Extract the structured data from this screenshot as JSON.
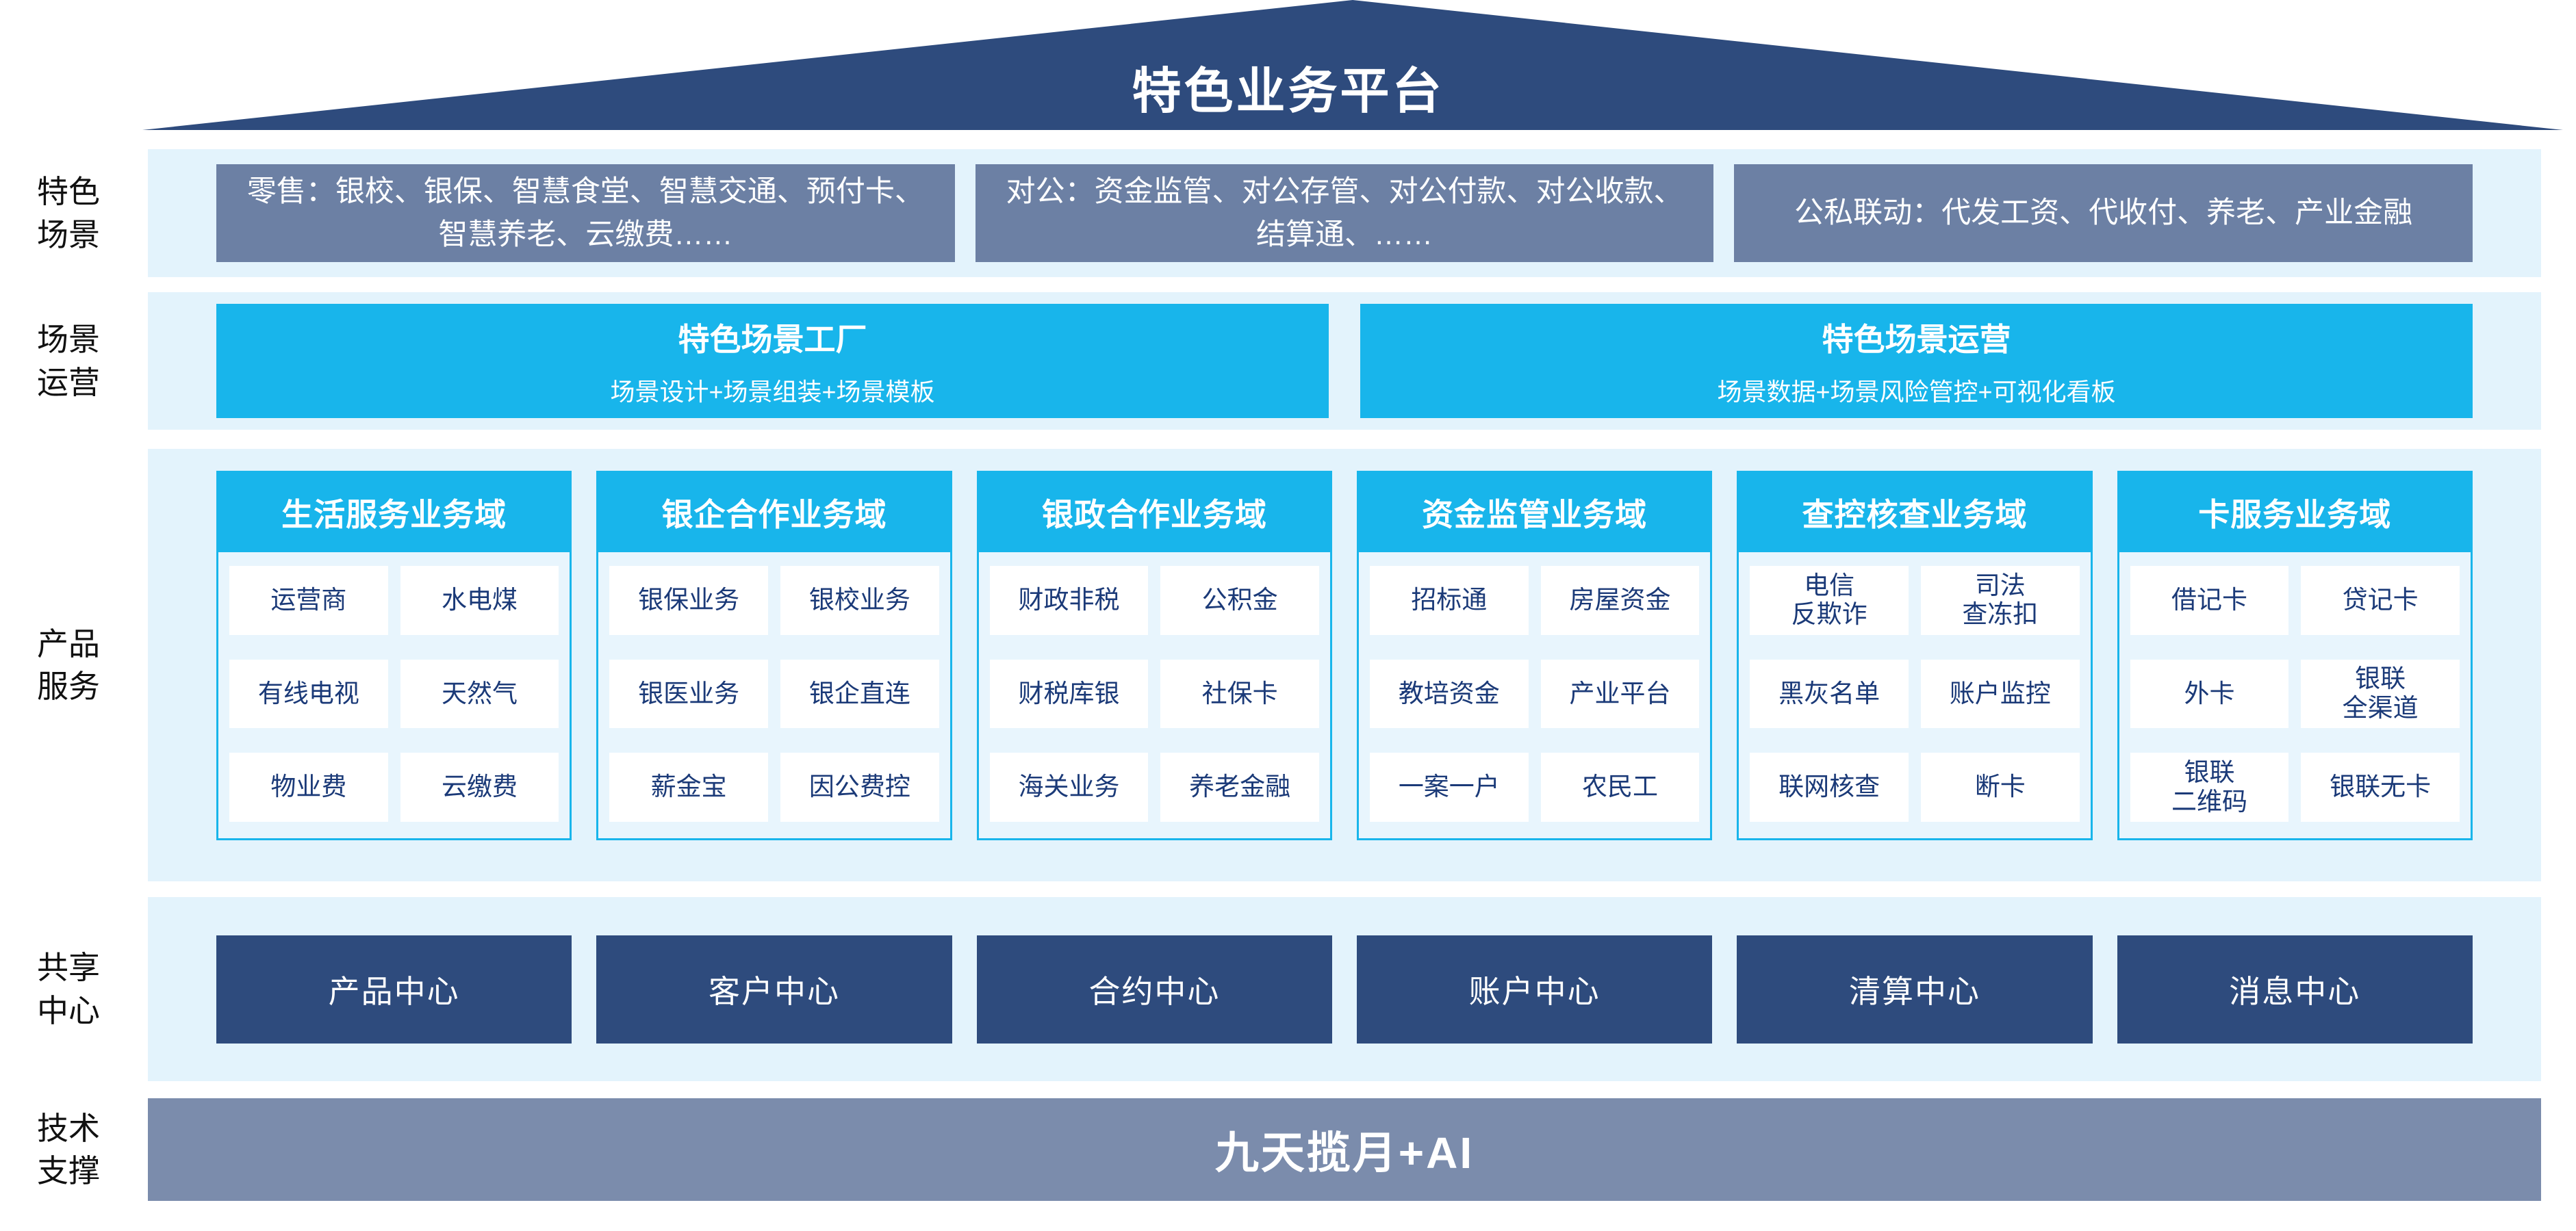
{
  "platform_title": "特色业务平台",
  "side_labels": [
    {
      "label": "特色\n场景"
    },
    {
      "label": "场景\n运营"
    },
    {
      "label": "产品\n服务"
    },
    {
      "label": "共享\n中心"
    },
    {
      "label": "技术\n支撑"
    }
  ],
  "scene_boxes": [
    {
      "text": "零售：银校、银保、智慧食堂、智慧交通、预付卡、智慧养老、云缴费……"
    },
    {
      "text": "对公：资金监管、对公存管、对公付款、对公收款、结算通、……"
    },
    {
      "text": "公私联动：代发工资、代收付、养老、产业金融"
    }
  ],
  "operations": [
    {
      "title": "特色场景工厂",
      "subtitle": "场景设计+场景组装+场景模板"
    },
    {
      "title": "特色场景运营",
      "subtitle": "场景数据+场景风险管控+可视化看板"
    }
  ],
  "domains": [
    {
      "title": "生活服务业务域",
      "cells": [
        [
          "运营商",
          "水电煤"
        ],
        [
          "有线电视",
          "天然气"
        ],
        [
          "物业费",
          "云缴费"
        ]
      ]
    },
    {
      "title": "银企合作业务域",
      "cells": [
        [
          "银保业务",
          "银校业务"
        ],
        [
          "银医业务",
          "银企直连"
        ],
        [
          "薪金宝",
          "因公费控"
        ]
      ]
    },
    {
      "title": "银政合作业务域",
      "cells": [
        [
          "财政非税",
          "公积金"
        ],
        [
          "财税库银",
          "社保卡"
        ],
        [
          "海关业务",
          "养老金融"
        ]
      ]
    },
    {
      "title": "资金监管业务域",
      "cells": [
        [
          "招标通",
          "房屋资金"
        ],
        [
          "教培资金",
          "产业平台"
        ],
        [
          "一案一户",
          "农民工"
        ]
      ]
    },
    {
      "title": "查控核查业务域",
      "cells": [
        [
          "电信\n反欺诈",
          "司法\n查冻扣"
        ],
        [
          "黑灰名单",
          "账户监控"
        ],
        [
          "联网核查",
          "断卡"
        ]
      ]
    },
    {
      "title": "卡服务业务域",
      "cells": [
        [
          "借记卡",
          "贷记卡"
        ],
        [
          "外卡",
          "银联\n全渠道"
        ],
        [
          "银联\n二维码",
          "银联无卡"
        ]
      ]
    }
  ],
  "centers": [
    {
      "label": "产品中心"
    },
    {
      "label": "客户中心"
    },
    {
      "label": "合约中心"
    },
    {
      "label": "账户中心"
    },
    {
      "label": "清算中心"
    },
    {
      "label": "消息中心"
    }
  ],
  "tech_support": {
    "label": "九天揽月+AI"
  },
  "colors": {
    "navy": "#2e4b7d",
    "slate": "#6c80a4",
    "cyan": "#18b5eb",
    "panel_light_blue": "#e3f3fc",
    "gray_blue": "#7b8cac",
    "cell_text": "#1b3a78"
  }
}
